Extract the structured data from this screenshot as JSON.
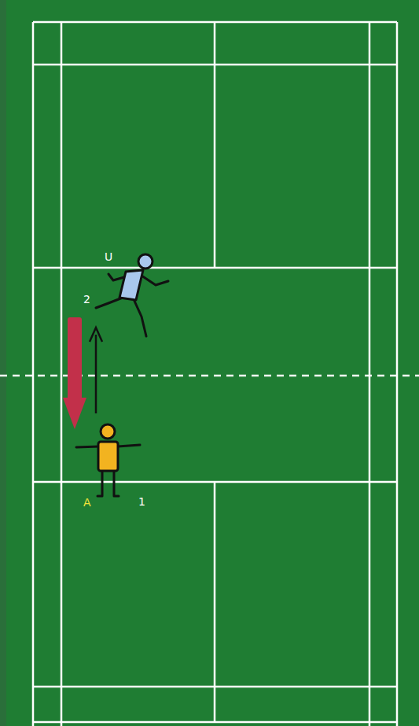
{
  "diagram": {
    "labels": [
      "U",
      "2",
      "A",
      "1"
    ]
  }
}
